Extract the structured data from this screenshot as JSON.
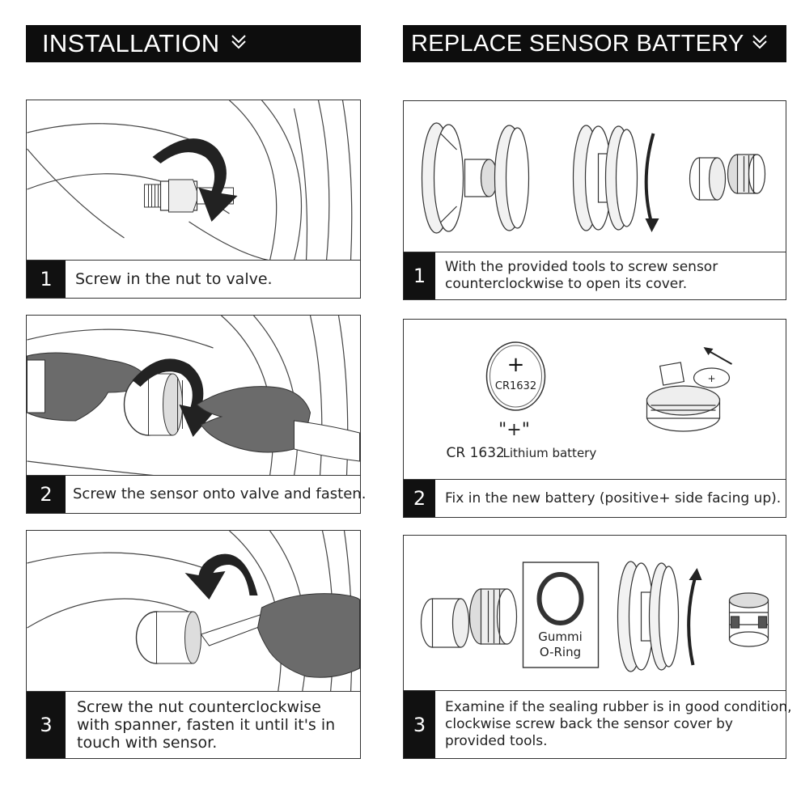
{
  "installation": {
    "title": "INSTALLATION",
    "steps": [
      {
        "num": "1",
        "lines": [
          "Screw in the nut to valve."
        ]
      },
      {
        "num": "2",
        "lines": [
          "Screw the sensor onto valve and fasten."
        ]
      },
      {
        "num": "3",
        "lines": [
          "Screw the nut counterclockwise",
          "with spanner, fasten it until it's in",
          "touch with sensor."
        ]
      }
    ]
  },
  "replace": {
    "title": "REPLACE SENSOR BATTERY",
    "steps": [
      {
        "num": "1",
        "lines": [
          "With the provided tools to screw sensor",
          "counterclockwise to open its cover."
        ]
      },
      {
        "num": "2",
        "lines": [
          "Fix in the new battery (positive+ side facing up)."
        ]
      },
      {
        "num": "3",
        "lines": [
          "Examine if the sealing rubber is in good condition,",
          "clockwise screw back the sensor cover by",
          "provided tools."
        ]
      }
    ],
    "battery": {
      "plus": "+",
      "model": "CR1632",
      "positive_mark": "\"+\"",
      "caption_code": "CR 1632",
      "caption_type": "Lithium battery",
      "coin_plus": "+"
    },
    "oring": {
      "line1": "Gummi",
      "line2": "O-Ring"
    }
  },
  "colors": {
    "header_bg": "#0d0d0d",
    "header_text": "#ffffff",
    "glove": "#6b6b6b",
    "step_bg": "#111111"
  }
}
